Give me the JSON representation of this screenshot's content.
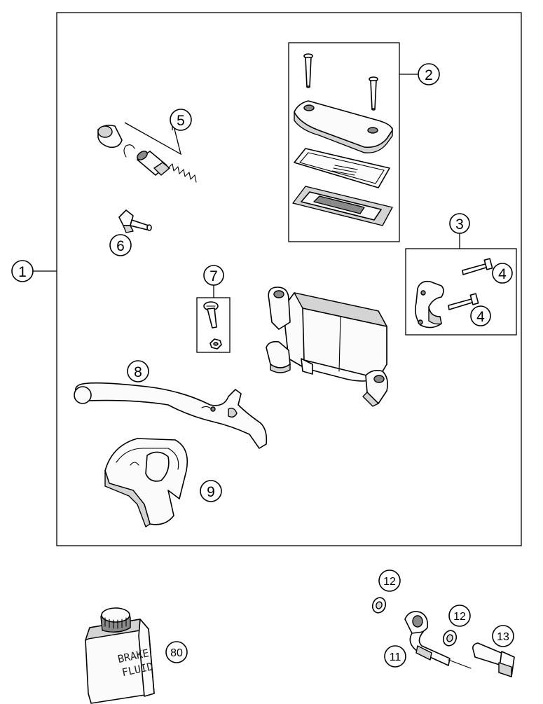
{
  "callouts": [
    {
      "id": "1",
      "label": "1"
    },
    {
      "id": "2",
      "label": "2"
    },
    {
      "id": "3",
      "label": "3"
    },
    {
      "id": "4a",
      "label": "4"
    },
    {
      "id": "4b",
      "label": "4"
    },
    {
      "id": "5",
      "label": "5"
    },
    {
      "id": "6",
      "label": "6"
    },
    {
      "id": "7",
      "label": "7"
    },
    {
      "id": "8",
      "label": "8"
    },
    {
      "id": "9",
      "label": "9"
    },
    {
      "id": "11",
      "label": "11"
    },
    {
      "id": "12a",
      "label": "12"
    },
    {
      "id": "12b",
      "label": "12"
    },
    {
      "id": "13",
      "label": "13"
    },
    {
      "id": "80",
      "label": "80"
    }
  ],
  "bottle": {
    "line1": "BRAKE",
    "line2": "FLUID"
  },
  "colors": {
    "line": "#000000",
    "part_fill": "#fbfbfb",
    "shade": "#d4d4d4",
    "dark": "#8a8a8a"
  }
}
